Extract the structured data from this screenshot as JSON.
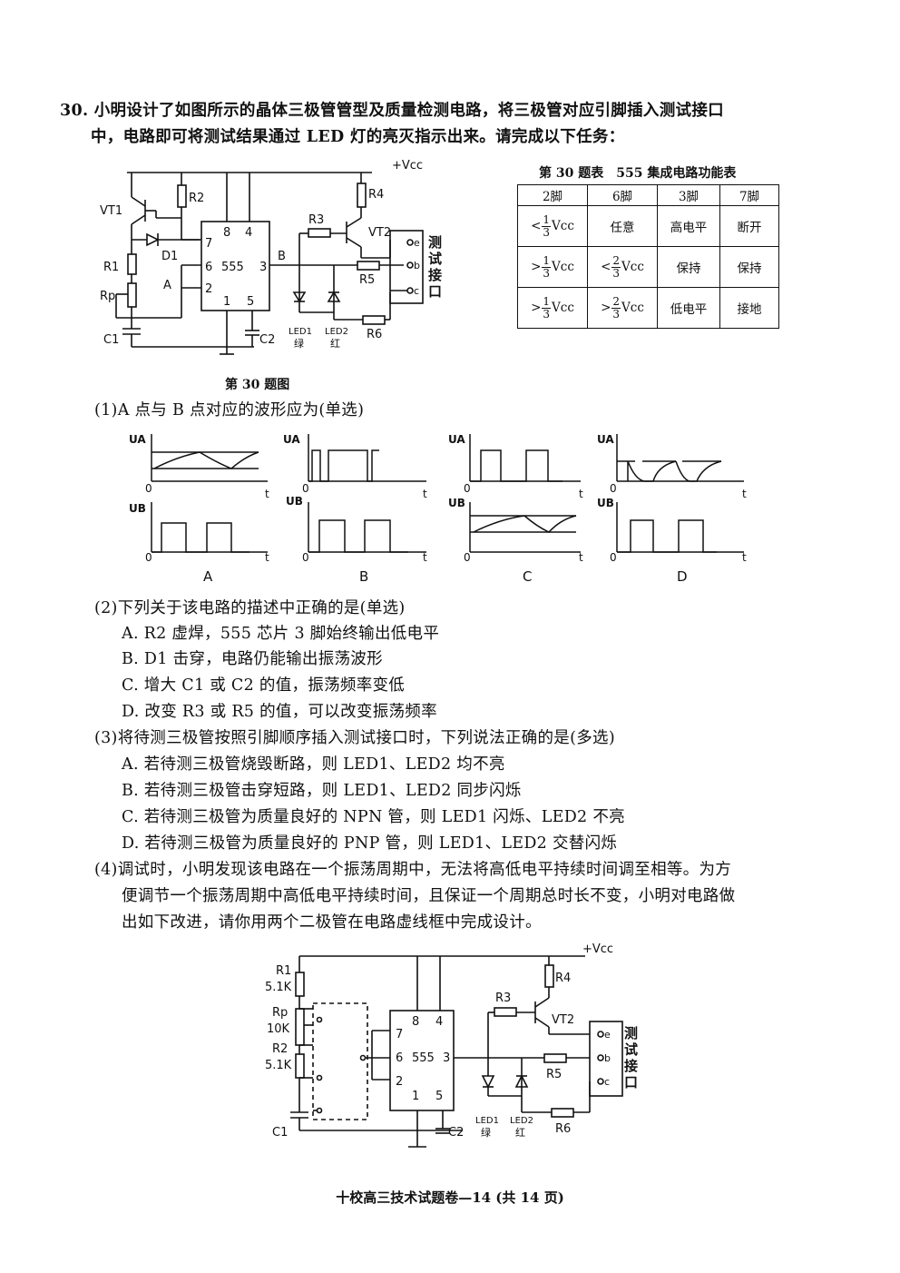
{
  "question": {
    "intro_line1": "30. 小明设计了如图所示的晶体三极管管型及质量检测电路，将三极管对应引脚插入测试接口",
    "intro_line2": "中，电路即可将测试结果通过 LED 灯的亮灭指示出来。请完成以下任务："
  },
  "circuit1": {
    "caption": "第 30 题图",
    "labels": {
      "vcc": "+Vcc",
      "vt1": "VT1",
      "r2": "R2",
      "d1": "D1",
      "r1": "R1",
      "rp": "Rp",
      "a": "A",
      "c1": "C1",
      "pin8": "8",
      "pin4": "4",
      "pin7": "7",
      "pin6": "6",
      "chip": "555",
      "pin3": "3",
      "pin2": "2",
      "pin1": "1",
      "pin5": "5",
      "c2": "C2",
      "b": "B",
      "r3": "R3",
      "r4": "R4",
      "vt2": "VT2",
      "r5": "R5",
      "r6": "R6",
      "led1": "LED1",
      "led1_color": "绿",
      "led2": "LED2",
      "led2_color": "红",
      "term_e": "e",
      "term_b": "b",
      "term_c": "c",
      "interface": [
        "测",
        "试",
        "接",
        "口"
      ]
    }
  },
  "table": {
    "title": "第 30 题表　555 集成电路功能表",
    "headers": [
      "2脚",
      "6脚",
      "3脚",
      "7脚"
    ],
    "rows": [
      {
        "pin2_sign": "<",
        "pin2_frac": [
          "1",
          "3"
        ],
        "pin2_unit": "Vcc",
        "pin6": "任意",
        "pin3": "高电平",
        "pin7": "断开"
      },
      {
        "pin2_sign": ">",
        "pin2_frac": [
          "1",
          "3"
        ],
        "pin2_unit": "Vcc",
        "pin6_sign": "<",
        "pin6_frac": [
          "2",
          "3"
        ],
        "pin6_unit": "Vcc",
        "pin3": "保持",
        "pin7": "保持"
      },
      {
        "pin2_sign": ">",
        "pin2_frac": [
          "1",
          "3"
        ],
        "pin2_unit": "Vcc",
        "pin6_sign": ">",
        "pin6_frac": [
          "2",
          "3"
        ],
        "pin6_unit": "Vcc",
        "pin3": "低电平",
        "pin7": "接地"
      }
    ]
  },
  "q1": {
    "prompt": "(1)A 点与 B 点对应的波形应为(单选)",
    "ua": "UA",
    "ub": "UB",
    "origin": "0",
    "t": "t",
    "options": [
      "A",
      "B",
      "C",
      "D"
    ]
  },
  "q2": {
    "prompt": "(2)下列关于该电路的描述中正确的是(单选)",
    "options": [
      "A. R2 虚焊，555 芯片 3 脚始终输出低电平",
      "B. D1 击穿，电路仍能输出振荡波形",
      "C. 增大 C1 或 C2 的值，振荡频率变低",
      "D. 改变 R3 或 R5 的值，可以改变振荡频率"
    ]
  },
  "q3": {
    "prompt": "(3)将待测三极管按照引脚顺序插入测试接口时，下列说法正确的是(多选)",
    "options": [
      "A. 若待测三极管烧毁断路，则 LED1、LED2 均不亮",
      "B. 若待测三极管击穿短路，则 LED1、LED2 同步闪烁",
      "C. 若待测三极管为质量良好的 NPN 管，则 LED1 闪烁、LED2 不亮",
      "D. 若待测三极管为质量良好的 PNP 管，则 LED1、LED2 交替闪烁"
    ]
  },
  "q4": {
    "line1": "(4)调试时，小明发现该电路在一个振荡周期中，无法将高低电平持续时间调至相等。为方",
    "line2": "便调节一个振荡周期中高低电平持续时间，且保证一个周期总时长不变，小明对电路做",
    "line3": "出如下改进，请你用两个二极管在电路虚线框中完成设计。"
  },
  "circuit2": {
    "labels": {
      "vcc": "+Vcc",
      "r1": "R1",
      "r1_val": "5.1K",
      "rp": "Rp",
      "rp_val": "10K",
      "r2": "R2",
      "r2_val": "5.1K",
      "c1": "C1",
      "pin7": "7",
      "pin8": "8",
      "pin4": "4",
      "pin6": "6",
      "chip": "555",
      "pin3": "3",
      "pin2": "2",
      "pin1": "1",
      "pin5": "5",
      "c2": "C2",
      "r3": "R3",
      "r4": "R4",
      "vt2": "VT2",
      "r5": "R5",
      "r6": "R6",
      "led1": "LED1",
      "led1_color": "绿",
      "led2": "LED2",
      "led2_color": "红",
      "term_e": "e",
      "term_b": "b",
      "term_c": "c",
      "interface": [
        "测",
        "试",
        "接",
        "口"
      ]
    }
  },
  "footer": "十校高三技术试题卷—14 (共 14 页)"
}
